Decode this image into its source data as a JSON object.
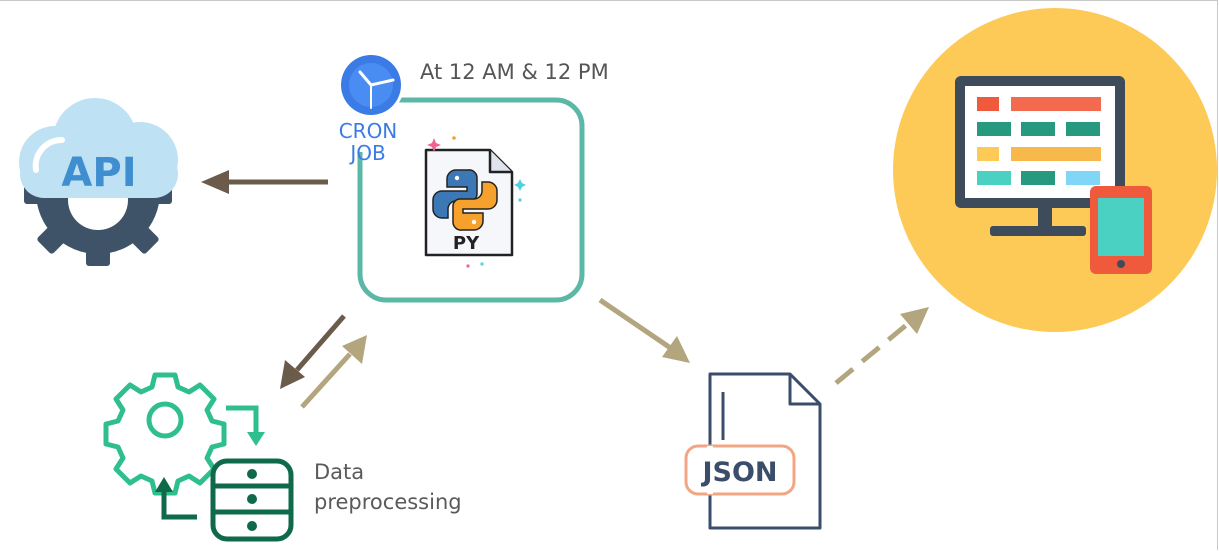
{
  "schedule_label": "At 12 AM & 12 PM",
  "cron_label": {
    "line1": "CRON",
    "line2": "JOB"
  },
  "python_file_label": "PY",
  "api_label": "API",
  "json_label": "JSON",
  "preprocessing_label": {
    "line1": "Data",
    "line2": "preprocessing"
  },
  "colors": {
    "teal_box": "#5cb8a6",
    "dark_arrow": "#6a5b4b",
    "light_arrow": "#b3a57e",
    "cloud": "#bfe1f4",
    "cloud_text": "#3f8fd0",
    "gear": "#3e5367",
    "circle": "#fdc957",
    "monitor": "#3d4b5a",
    "tablet": "#ef5a3d",
    "preprocess_green": "#2fbf8f",
    "database": "#0f6a49",
    "json_outline": "#3a4d6a",
    "json_badge": "#f3a683"
  }
}
